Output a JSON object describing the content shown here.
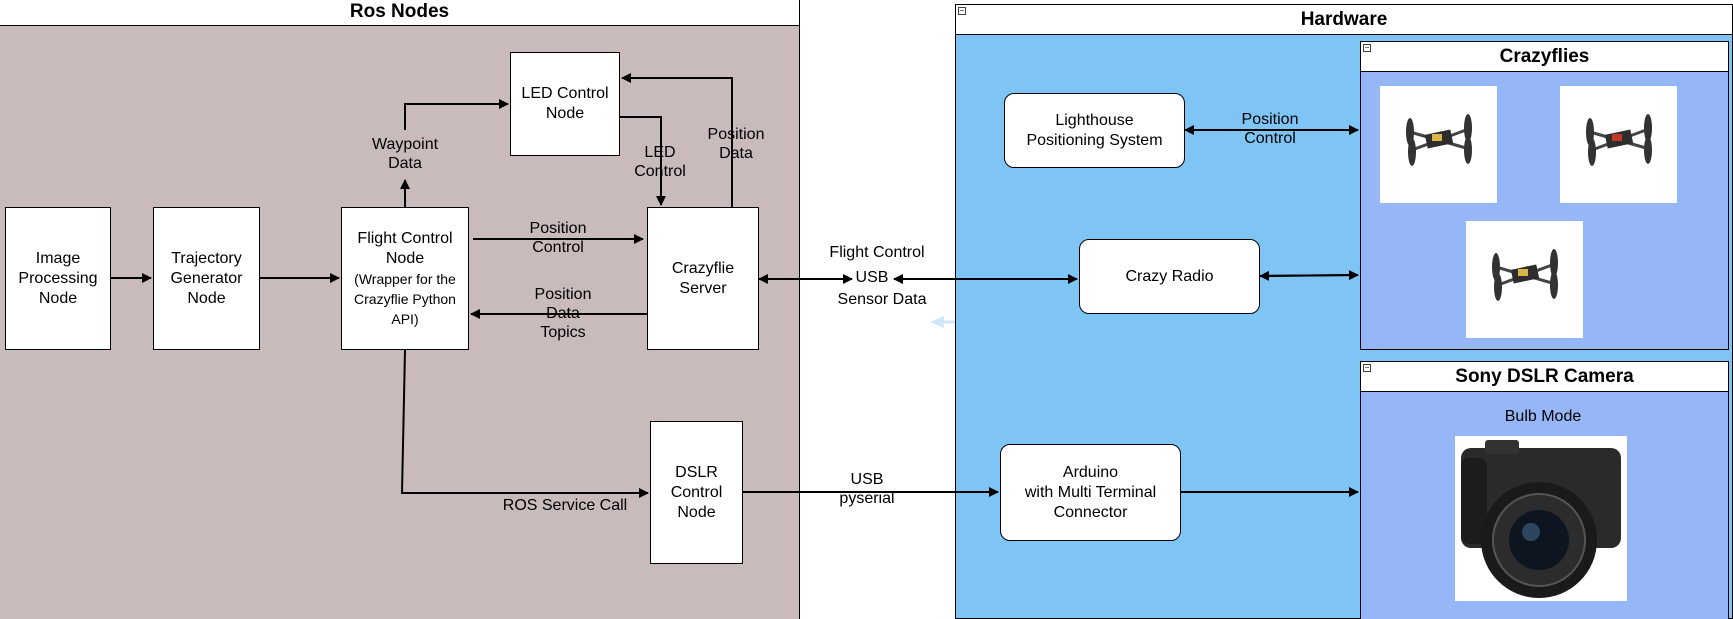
{
  "groups": {
    "ros_nodes": "Ros Nodes",
    "hardware": "Hardware",
    "crazyflies": "Crazyflies",
    "sony_camera": "Sony DSLR Camera"
  },
  "nodes": {
    "image_processing": "Image\nProcessing\nNode",
    "trajectory_generator": "Trajectory\nGenerator\nNode",
    "flight_control_title": "Flight Control\nNode",
    "flight_control_sub": "(Wrapper for the\nCrazyflie Python\nAPI)",
    "led_control": "LED Control\nNode",
    "crazyflie_server": "Crazyflie\nServer",
    "dslr_control": "DSLR\nControl\nNode",
    "lighthouse": "Lighthouse\nPositioning System",
    "crazy_radio": "Crazy Radio",
    "arduino": "Arduino\nwith Multi Terminal\nConnector"
  },
  "edge_labels": {
    "waypoint_data": "Waypoint\nData",
    "led_control": "LED\nControl",
    "position_data": "Position\nData",
    "position_control_ros": "Position\nControl",
    "position_data_topics": "Position\nData\nTopics",
    "flight_control": "Flight Control",
    "usb": "USB",
    "sensor_data": "Sensor Data",
    "position_control_hw": "Position\nControl",
    "ros_service_call": "ROS Service Call",
    "usb_pyserial": "USB\npyserial",
    "bulb_mode": "Bulb Mode"
  },
  "colors": {
    "ros_bg": "#c9bbbb",
    "hardware_bg": "#7ec4f5",
    "inner_bg": "#96b7f7"
  },
  "icons": [
    "drone-image",
    "drone-image",
    "drone-image",
    "camera-image"
  ]
}
